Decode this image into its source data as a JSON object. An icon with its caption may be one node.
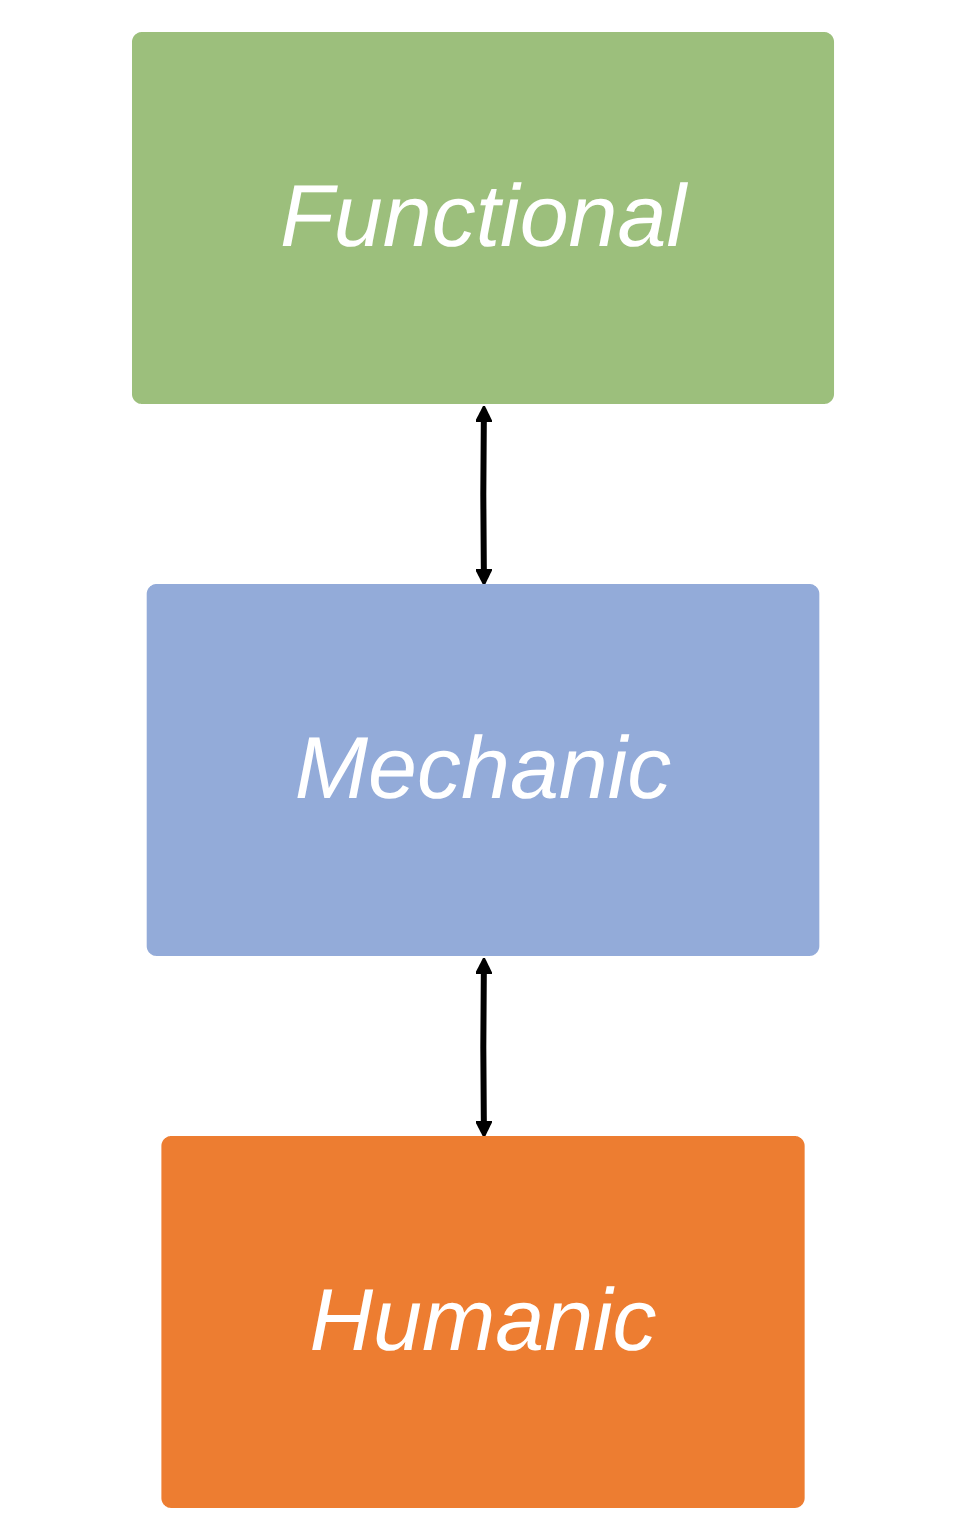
{
  "diagram": {
    "nodes": [
      {
        "text": [
          "Functional"
        ]
      },
      {
        "text": [
          "Mechanic"
        ]
      },
      {
        "text": [
          "Humanic"
        ]
      }
    ],
    "edges": [
      {
        "from": 0,
        "to": 1,
        "arrow": "both"
      },
      {
        "from": 1,
        "to": 2,
        "arrow": "both"
      }
    ]
  }
}
